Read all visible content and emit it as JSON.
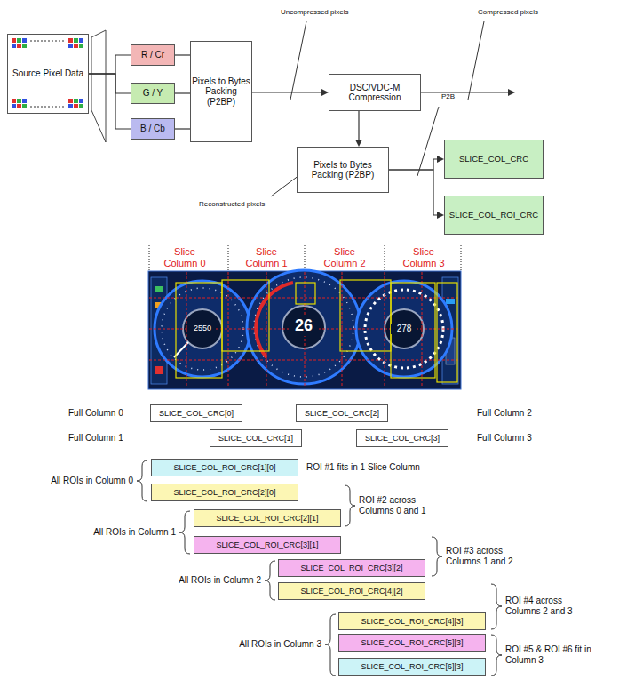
{
  "diagram": {
    "nodes": [
      {
        "text": [
          "Source Pixel Data"
        ]
      },
      {
        "text": [
          "R / Cr"
        ]
      },
      {
        "text": [
          "G / Y"
        ]
      },
      {
        "text": [
          "B / Cb"
        ]
      },
      {
        "text": [
          "Pixels to Bytes Packing (P2BP)"
        ]
      },
      {
        "text": [
          "DSC/VDC-M Compression"
        ]
      },
      {
        "text": [
          "Pixels to Bytes Packing (P2BP)"
        ]
      },
      {
        "text": [
          "SLICE_COL_CRC"
        ]
      },
      {
        "text": [
          "SLICE_COL_ROI_CRC"
        ]
      },
      {
        "text": [
          "SLICE_COL_CRC[0]"
        ]
      },
      {
        "text": [
          "SLICE_COL_CRC[2]"
        ]
      },
      {
        "text": [
          "SLICE_COL_CRC[1]"
        ]
      },
      {
        "text": [
          "SLICE_COL_CRC[3]"
        ]
      },
      {
        "text": [
          "SLICE_COL_ROI_CRC[1][0]"
        ]
      },
      {
        "text": [
          "SLICE_COL_ROI_CRC[2][0]"
        ]
      },
      {
        "text": [
          "SLICE_COL_ROI_CRC[2][1]"
        ]
      },
      {
        "text": [
          "SLICE_COL_ROI_CRC[3][1]"
        ]
      },
      {
        "text": [
          "SLICE_COL_ROI_CRC[3][2]"
        ]
      },
      {
        "text": [
          "SLICE_COL_ROI_CRC[4][2]"
        ]
      },
      {
        "text": [
          "SLICE_COL_ROI_CRC[4][3]"
        ]
      },
      {
        "text": [
          "SLICE_COL_ROI_CRC[5][3]"
        ]
      },
      {
        "text": [
          "SLICE_COL_ROI_CRC[6][3]"
        ]
      }
    ],
    "edges": [
      {
        "from": 0,
        "to": 1,
        "arrow": "none"
      },
      {
        "from": 0,
        "to": 2,
        "arrow": "none"
      },
      {
        "from": 0,
        "to": 3,
        "arrow": "none"
      },
      {
        "from": 1,
        "to": 4,
        "arrow": "none"
      },
      {
        "from": 2,
        "to": 4,
        "arrow": "none"
      },
      {
        "from": 3,
        "to": 4,
        "arrow": "none"
      },
      {
        "from": 4,
        "to": 5,
        "arrow": "to"
      },
      {
        "from": 5,
        "to": 6,
        "arrow": "to"
      },
      {
        "from": 6,
        "to": 7,
        "arrow": "to"
      },
      {
        "from": 6,
        "to": 8,
        "arrow": "to"
      }
    ],
    "labels": [
      "Uncompressed pixels",
      "Compressed pixels",
      "P2B",
      "Reconstructed pixels",
      "Slice Column 0",
      "Slice Column 1",
      "Slice Column 2",
      "Slice Column 3",
      "2550",
      "26",
      "278",
      "Full Column 0",
      "Full Column 2",
      "Full Column 1",
      "Full Column 3",
      "All ROIs in Column 0",
      "ROI #1 fits in 1 Slice Column",
      "ROI #2 across Columns 0 and 1",
      "All ROIs in Column 1",
      "ROI #3 across Columns 1 and 2",
      "All ROIs in Column 2",
      "ROI #4 across Columns 2 and 3",
      "All ROIs in Column 3",
      "ROI #5 & ROI #6 fit in Column 3"
    ]
  }
}
